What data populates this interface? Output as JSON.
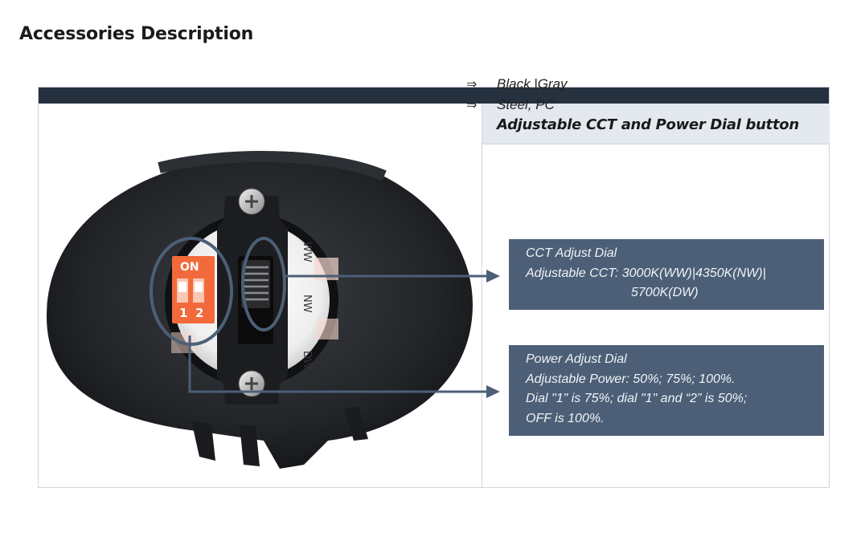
{
  "page": {
    "title": "Accessories Description"
  },
  "feature": {
    "heading": "Adjustable CCT and Power Dial button"
  },
  "bullets": [
    {
      "icon": "double-arrow-icon",
      "text": "Black |Gray"
    },
    {
      "icon": "double-arrow-icon",
      "text": "Steel, PC"
    }
  ],
  "photo": {
    "switch_on_label": "ON",
    "switch_pos1": "1",
    "switch_pos2": "2",
    "dial_marks": [
      "WW",
      "NW",
      "DW"
    ]
  },
  "callouts": {
    "cct": {
      "title": "CCT Adjust Dial",
      "line1": "Adjustable CCT: 3000K(WW)|4350K(NW)|",
      "line2": "5700K(DW)"
    },
    "power": {
      "title": "Power Adjust Dial",
      "line1": "Adjustable Power: 50%; 75%; 100%.",
      "line2": "Dial \"1\" is 75%; dial \"1\" and “2” is 50%;",
      "line3": "OFF is 100%."
    }
  },
  "colors": {
    "header_bar": "#25313e",
    "callout_bg": "#4c5f77",
    "heading_bg": "#e4e9ef",
    "switch_orange": "#f26a3b",
    "connector": "#4c5f77"
  }
}
